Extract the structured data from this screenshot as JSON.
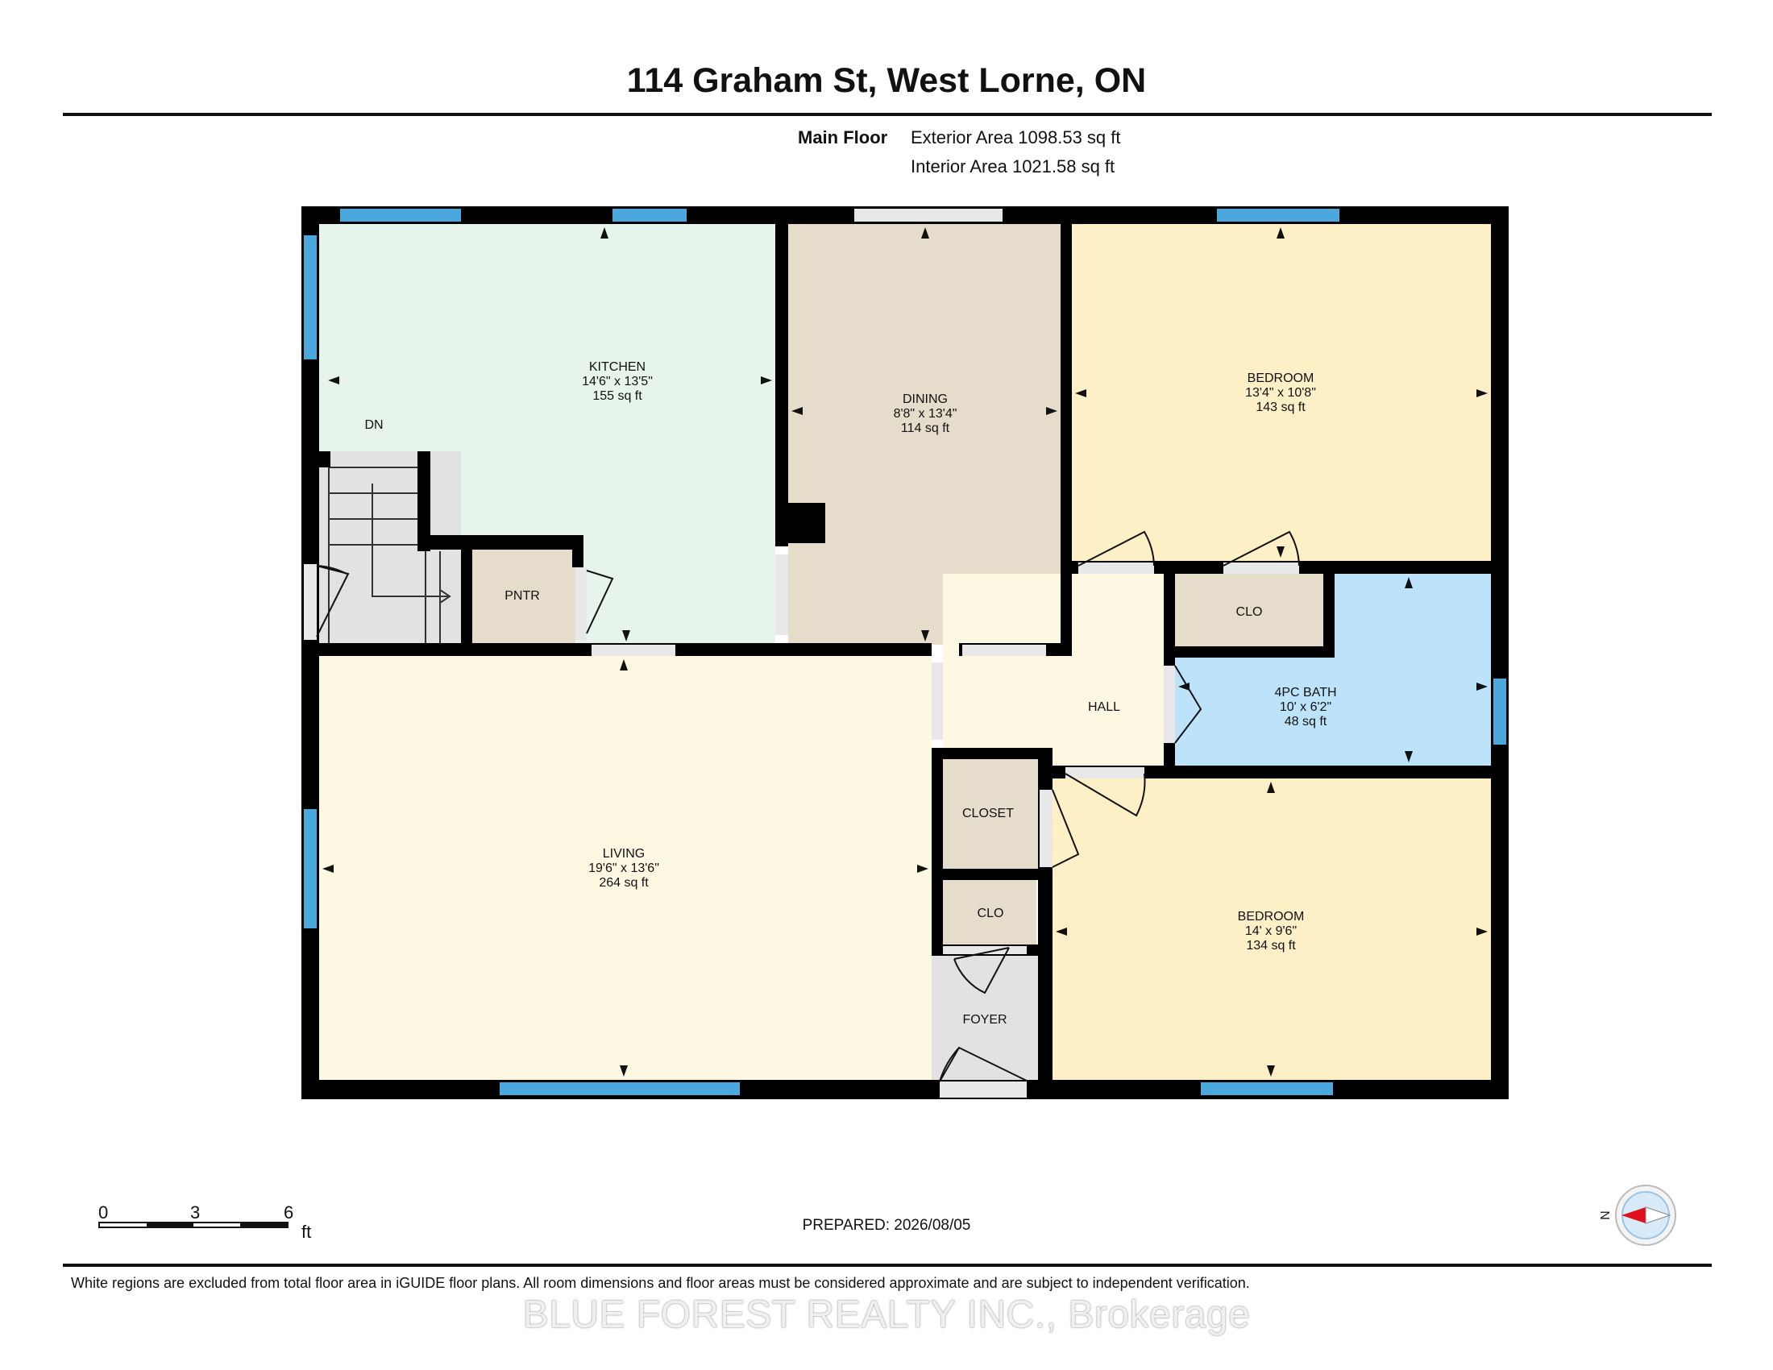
{
  "title": "114 Graham St, West Lorne, ON",
  "floor": {
    "name": "Main Floor",
    "exterior_area": "Exterior Area 1098.53 sq ft",
    "interior_area": "Interior Area 1021.58 sq ft"
  },
  "rooms": {
    "kitchen": {
      "name": "KITCHEN",
      "dims": "14'6\" x 13'5\"",
      "area": "155 sq ft"
    },
    "dining": {
      "name": "DINING",
      "dims": "8'8\" x 13'4\"",
      "area": "114 sq ft"
    },
    "bedroom1": {
      "name": "BEDROOM",
      "dims": "13'4\" x 10'8\"",
      "area": "143 sq ft"
    },
    "bath": {
      "name": "4PC BATH",
      "dims": "10' x 6'2\"",
      "area": "48 sq ft"
    },
    "living": {
      "name": "LIVING",
      "dims": "19'6\" x 13'6\"",
      "area": "264 sq ft"
    },
    "bedroom2": {
      "name": "BEDROOM",
      "dims": "14' x 9'6\"",
      "area": "134 sq ft"
    },
    "labels": {
      "dn": "DN",
      "pantry": "PNTR",
      "closet_top": "CLO",
      "hall": "HALL",
      "closet": "CLOSET",
      "closet_small": "CLO",
      "foyer": "FOYER"
    }
  },
  "colors": {
    "kitchen": "#e6f4ec",
    "dining": "#e6dccb",
    "bedroom": "#fdefc6",
    "bath": "#bde3fb",
    "living": "#fdf8e2",
    "hall": "#fdf8e2",
    "closet": "#e6dccb",
    "utility": "#e2e2e2",
    "window": "#4aa8dc",
    "wall": "#000000"
  },
  "scale": {
    "ticks": [
      "0",
      "3",
      "6"
    ],
    "unit": "ft"
  },
  "compass": {
    "label": "N"
  },
  "prepared": "PREPARED: 2026/08/05",
  "disclaimer": "White regions are excluded from total floor area in iGUIDE floor plans. All room dimensions and floor areas must be considered approximate and are subject to independent verification.",
  "watermark": "BLUE FOREST REALTY INC., Brokerage"
}
